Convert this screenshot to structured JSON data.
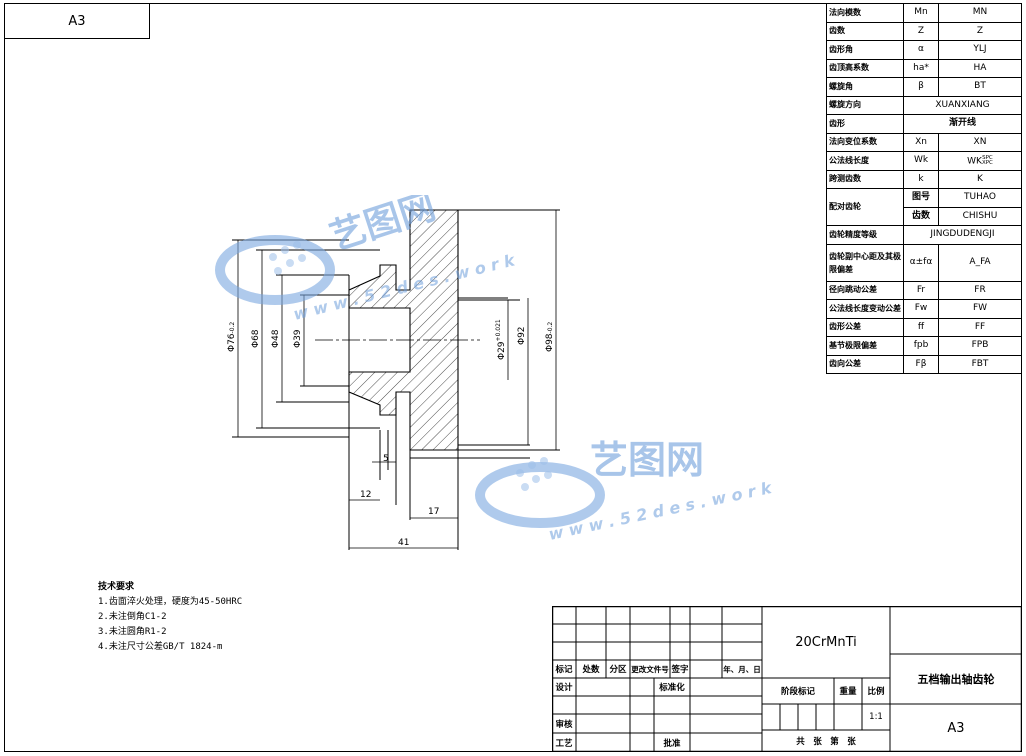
{
  "sheet": {
    "size_label": "A3"
  },
  "params": [
    {
      "name": "法向模数",
      "symbol": "Mn",
      "value": "MN"
    },
    {
      "name": "齿数",
      "symbol": "Z",
      "value": "Z"
    },
    {
      "name": "齿形角",
      "symbol": "α",
      "value": "YLJ"
    },
    {
      "name": "齿顶高系数",
      "symbol": "ha*",
      "value": "HA"
    },
    {
      "name": "螺旋角",
      "symbol": "β",
      "value": "BT"
    },
    {
      "name": "螺旋方向",
      "value": "XUANXIANG"
    },
    {
      "name": "齿形",
      "value": "渐开线"
    },
    {
      "name": "法向变位系数",
      "symbol": "Xn",
      "value": "XN"
    },
    {
      "name": "公法线长度",
      "symbol": "Wk",
      "value": "WK",
      "sup": "SPC",
      "sub": "XPC"
    },
    {
      "name": "跨测齿数",
      "symbol": "k",
      "value": "K"
    },
    {
      "name": "配对齿轮",
      "sub_rows": [
        {
          "label": "图号",
          "value": "TUHAO"
        },
        {
          "label": "齿数",
          "value": "CHISHU"
        }
      ]
    },
    {
      "name": "齿轮精度等级",
      "value": "JINGDUDENGJI"
    },
    {
      "name": "齿轮副中心距及其极限偏差",
      "symbol": "α±fα",
      "value": "A_FA"
    },
    {
      "name": "径向跳动公差",
      "symbol": "Fr",
      "value": "FR"
    },
    {
      "name": "公法线长度变动公差",
      "symbol": "Fw",
      "value": "FW"
    },
    {
      "name": "齿形公差",
      "symbol": "ff",
      "value": "FF"
    },
    {
      "name": "基节极限偏差",
      "symbol": "fpb",
      "value": "FPB"
    },
    {
      "name": "齿向公差",
      "symbol": "Fβ",
      "value": "FBT"
    }
  ],
  "dimensions": {
    "d76": "Φ76",
    "d76_tol": "-0.2",
    "d68": "Φ68",
    "d48": "Φ48",
    "d39": "Φ39",
    "d29": "Φ29",
    "d29_up": "+0.021",
    "d29_lo": "0",
    "d92": "Φ92",
    "d98": "Φ98",
    "d98_up": "0",
    "d98_lo": "-0.2",
    "l5": "5",
    "l12": "12",
    "l17": "17",
    "l41": "41"
  },
  "tech_requirements": {
    "heading": "技术要求",
    "items": [
      "1.齿面淬火处理，硬度为45-50HRC",
      "2.未注倒角C1-2",
      "3.未注圆角R1-2",
      "4.未注尺寸公差GB/T 1824-m"
    ]
  },
  "title_block": {
    "material": "20CrMnTi",
    "part_name": "五档输出轴齿轮",
    "sheet_size": "A3",
    "scale": "1:1",
    "labels": {
      "biaoji": "标记",
      "chushu": "处数",
      "fenqu": "分区",
      "gengai": "更改文件号",
      "qianzi": "签字",
      "riqi": "年、月、日",
      "sheji": "设计",
      "biaozhunhua": "标准化",
      "shenhe": "审核",
      "gongyi": "工艺",
      "pizhun": "批准",
      "jieduan": "阶段标记",
      "zhongliang": "重量",
      "bili": "比例",
      "gongzhang": "共　张　第　张"
    }
  },
  "watermark": {
    "brand": "艺图网",
    "url": "w w w . 5 2 d e s . w o r k"
  }
}
